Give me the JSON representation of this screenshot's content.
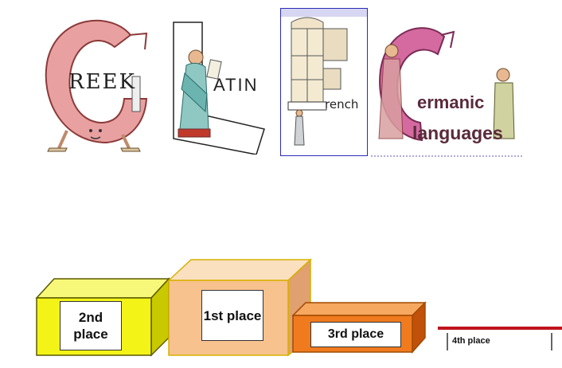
{
  "illustrations": {
    "greek": {
      "text": "REEK",
      "depicts": "letter G with a face and sandals"
    },
    "latin": {
      "text": "ATIN",
      "depicts": "letter L with a robed man holding a scroll"
    },
    "french": {
      "text": "rench",
      "depicts": "letter F as a window with a woman"
    },
    "germanic": {
      "text_line1": "ermanic",
      "text_line2": "languages",
      "depicts": "letter G with a woman and a man"
    }
  },
  "podium": {
    "first": {
      "label": "1st place",
      "color": "#f7c28e"
    },
    "second": {
      "label": "2nd place",
      "color": "#f3f317"
    },
    "third": {
      "label": "3rd place",
      "color": "#f07a1e"
    },
    "fourth": {
      "label": "4th place",
      "color": "#c0141c"
    }
  }
}
